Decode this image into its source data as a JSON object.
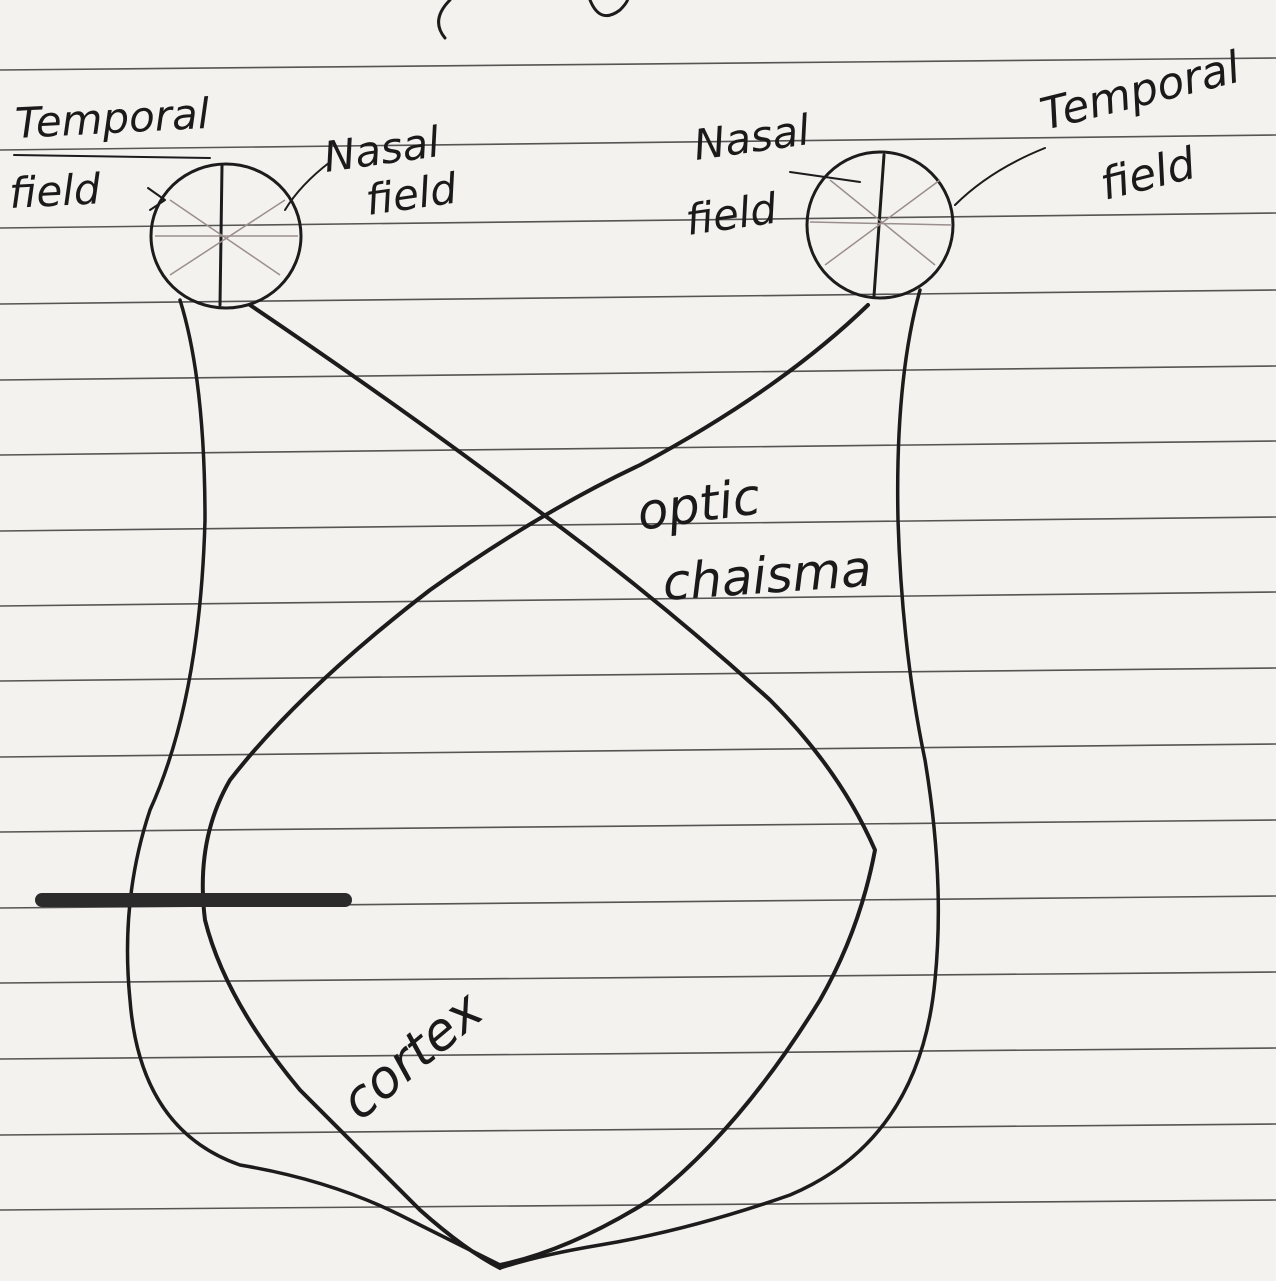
{
  "diagram": {
    "labels": {
      "left_temporal_line1": "Temporal",
      "left_temporal_line2": "field",
      "left_nasal_line1": "Nasal",
      "left_nasal_line2": "field",
      "right_nasal_line1": "Nasal",
      "right_nasal_line2": "field",
      "right_temporal_line1": "Temporal",
      "right_temporal_line2": "field",
      "chiasma_line1": "optic",
      "chiasma_line2": "chaisma",
      "cortex": "cortex"
    },
    "colors": {
      "paper": "#f4f2ef",
      "ink": "#1c1c1c",
      "rule_line": "#3a3a3a"
    }
  }
}
